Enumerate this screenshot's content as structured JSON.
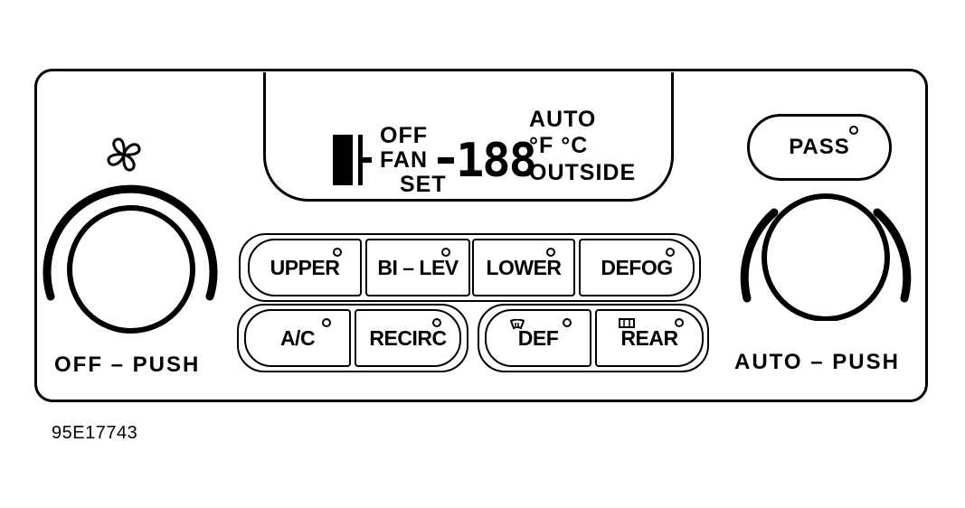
{
  "display": {
    "off": "OFF",
    "fan": "FAN",
    "set": "SET",
    "digits": "188",
    "auto": "AUTO",
    "units": "°F °C",
    "outside": "OUTSIDE"
  },
  "left_knob": {
    "label": "OFF – PUSH",
    "icon": "fan-icon"
  },
  "right_knob": {
    "label": "AUTO – PUSH"
  },
  "pass_button": {
    "label": "PASS"
  },
  "mode_buttons": {
    "upper": "UPPER",
    "bilev": "BI – LEV",
    "lower": "LOWER",
    "defog": "DEFOG"
  },
  "function_buttons": {
    "ac": "A/C",
    "recirc": "RECIRC",
    "def": "DEF",
    "def_icon": "windshield-defrost-icon",
    "rear": "REAR",
    "rear_icon": "rear-defrost-icon"
  },
  "figure_id": "95E17743"
}
